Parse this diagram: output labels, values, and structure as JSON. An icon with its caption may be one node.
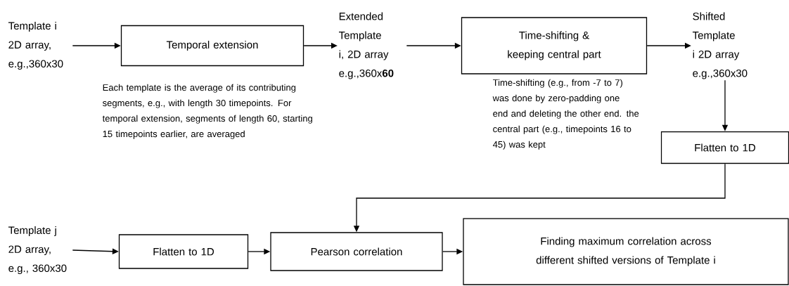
{
  "diagram": {
    "nodes": [
      {
        "text": [
          "Template i 2D array, e.g.,360x30"
        ]
      },
      {
        "text": [
          "Temporal extension"
        ],
        "beside": [
          "Each template is the average of its contributing segments, e.g., with length 30 timepoints. For temporal extension, segments of length 60, starting 15 timepoints earlier, are averaged"
        ]
      },
      {
        "text": [
          "Extended Template i, 2D array e.g.,360x**60**"
        ]
      },
      {
        "text": [
          "Time-shifting & keeping central part"
        ],
        "beside": [
          "Time-shifting (e.g., from -7 to 7) was done by zero-padding one end and deleting the other end. the central part (e.g., timepoints 16 to 45) was kept"
        ]
      },
      {
        "text": [
          "Shifted Template i 2D array e.g.,360x30"
        ]
      },
      {
        "text": [
          "Flatten to 1D"
        ]
      },
      {
        "text": [
          "Template j 2D array, e.g., 360x30"
        ]
      },
      {
        "text": [
          "Flatten to 1D"
        ]
      },
      {
        "text": [
          "Pearson correlation"
        ]
      },
      {
        "text": [
          "Finding maximum correlation across different shifted versions of Template i"
        ]
      }
    ],
    "edges": [
      {
        "from": 0,
        "to": 1,
        "arrow": "to"
      },
      {
        "from": 1,
        "to": 2,
        "arrow": "to"
      },
      {
        "from": 2,
        "to": 3,
        "arrow": "to"
      },
      {
        "from": 3,
        "to": 4,
        "arrow": "to"
      },
      {
        "from": 4,
        "to": 5,
        "arrow": "to"
      },
      {
        "from": 5,
        "to": 8,
        "arrow": "to"
      },
      {
        "from": 6,
        "to": 7,
        "arrow": "to"
      },
      {
        "from": 7,
        "to": 8,
        "arrow": "to"
      },
      {
        "from": 8,
        "to": 9,
        "arrow": "to"
      }
    ]
  }
}
